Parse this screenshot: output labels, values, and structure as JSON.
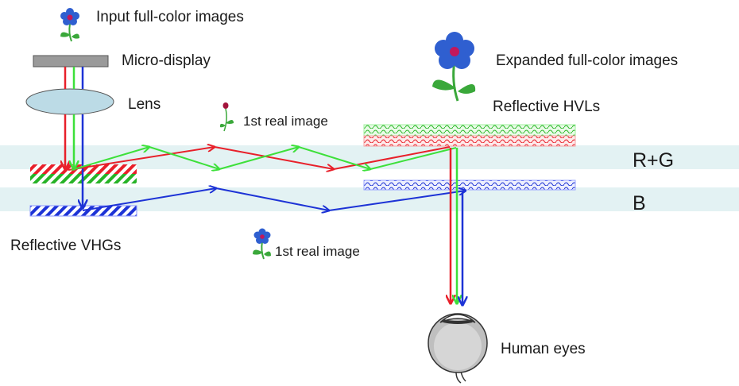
{
  "labels": {
    "input": "Input full-color images",
    "micro_display": "Micro-display",
    "lens": "Lens",
    "first_real_image_top": "1st real image",
    "expanded": "Expanded full-color images",
    "hvl": "Reflective HVLs",
    "rg_channel": "R+G",
    "b_channel": "B",
    "vhg": "Reflective VHGs",
    "first_real_image_bottom": "1st real image",
    "eyes": "Human eyes"
  },
  "colors": {
    "red": "#e8202a",
    "green": "#3de03a",
    "blue": "#1d33d6",
    "waveguide": "#e3f2f3",
    "flower_blue": "#2f5fd0",
    "flower_center": "#c2185b",
    "stem": "#3aa83a",
    "display": "#9a9a9a",
    "lens": "#bcdbe6"
  },
  "icons": {
    "input_flower": "flower-icon",
    "expanded_flower": "flower-icon",
    "first_image_top": "bud-icon",
    "first_image_bottom": "flower-icon",
    "eye": "eyeball-icon"
  }
}
